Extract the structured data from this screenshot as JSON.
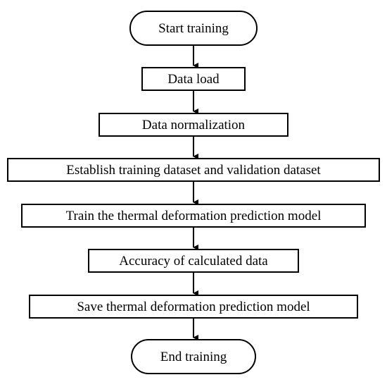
{
  "flowchart": {
    "steps": [
      {
        "label": "Start training",
        "shape": "terminal"
      },
      {
        "label": "Data load",
        "shape": "process"
      },
      {
        "label": "Data normalization",
        "shape": "process"
      },
      {
        "label": "Establish training dataset and validation dataset",
        "shape": "process"
      },
      {
        "label": "Train the thermal deformation prediction model",
        "shape": "process"
      },
      {
        "label": "Accuracy of calculated data",
        "shape": "process"
      },
      {
        "label": "Save thermal deformation prediction model",
        "shape": "process"
      },
      {
        "label": "End training",
        "shape": "terminal"
      }
    ],
    "colors": {
      "stroke": "#000000",
      "fill": "#ffffff",
      "text": "#000000"
    }
  }
}
